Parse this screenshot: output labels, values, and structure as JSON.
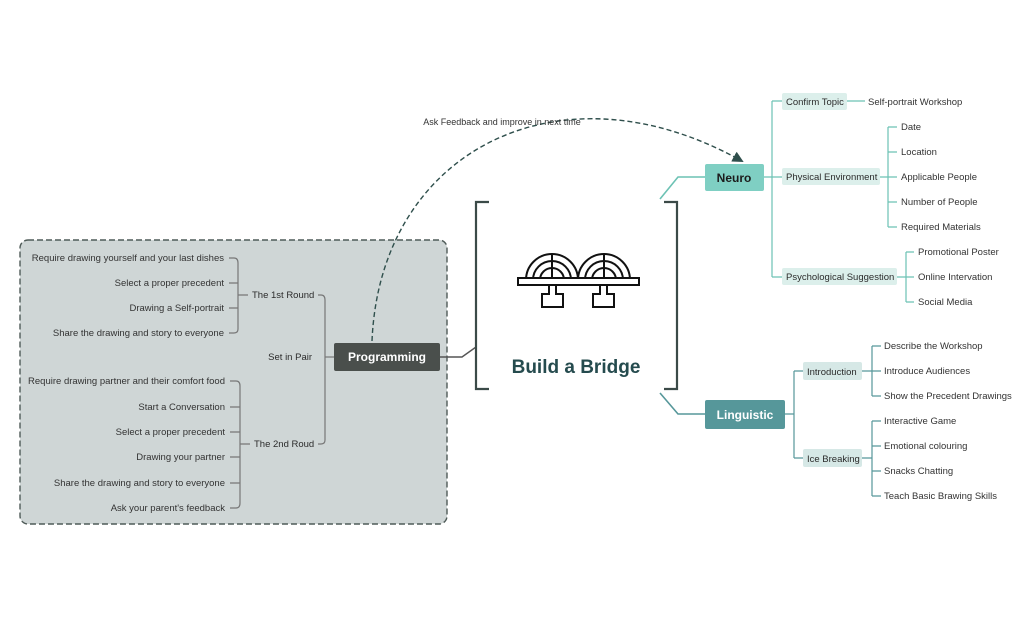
{
  "colors": {
    "teal": "#5fb8a8",
    "teal_light": "#dcefeb",
    "teal_node": "#7fcfc3",
    "linguistic_node": "#56979a",
    "ice_node": "#d6e8e6",
    "programming_node": "#4a4f4c",
    "panel_bg": "#cfd6d6",
    "panel_border": "#4f5b58",
    "title_color": "#254b4e",
    "gray_line": "#777777"
  },
  "icons": {
    "center": "bridge-icon"
  },
  "center": {
    "title": "Build a Bridge"
  },
  "arrow_label": "Ask Feedback and improve in next time",
  "neuro": {
    "label": "Neuro",
    "confirm_topic": {
      "label": "Confirm Topic",
      "child": "Self-portrait Workshop"
    },
    "physical_environment": {
      "label": "Physical Environment",
      "children": [
        "Date",
        "Location",
        "Applicable People",
        "Number of People",
        "Required Materials"
      ]
    },
    "psychological_suggestion": {
      "label": "Psychological Suggestion",
      "children": [
        "Promotional Poster",
        "Online Intervation",
        "Social Media"
      ]
    }
  },
  "linguistic": {
    "label": "Linguistic",
    "introduction": {
      "label": "Introduction",
      "children": [
        "Describe the Workshop",
        "Introduce Audiences",
        "Show the Precedent Drawings"
      ]
    },
    "ice_breaking": {
      "label": "Ice Breaking",
      "children": [
        "Interactive Game",
        "Emotional colouring",
        "Snacks Chatting",
        "Teach Basic Brawing Skills"
      ]
    }
  },
  "programming": {
    "label": "Programming",
    "set_in_pair": "Set in Pair",
    "round1": {
      "label": "The 1st Round",
      "children": [
        "Require drawing yourself and your last dishes",
        "Select a proper precedent",
        "Drawing a Self-portrait",
        "Share the drawing and story to everyone"
      ]
    },
    "round2": {
      "label": "The 2nd Roud",
      "children": [
        "Require drawing partner and their comfort food",
        "Start a Conversation",
        "Select a proper precedent",
        "Drawing your partner",
        "Share the drawing and story to everyone",
        "Ask your parent's feedback"
      ]
    }
  }
}
